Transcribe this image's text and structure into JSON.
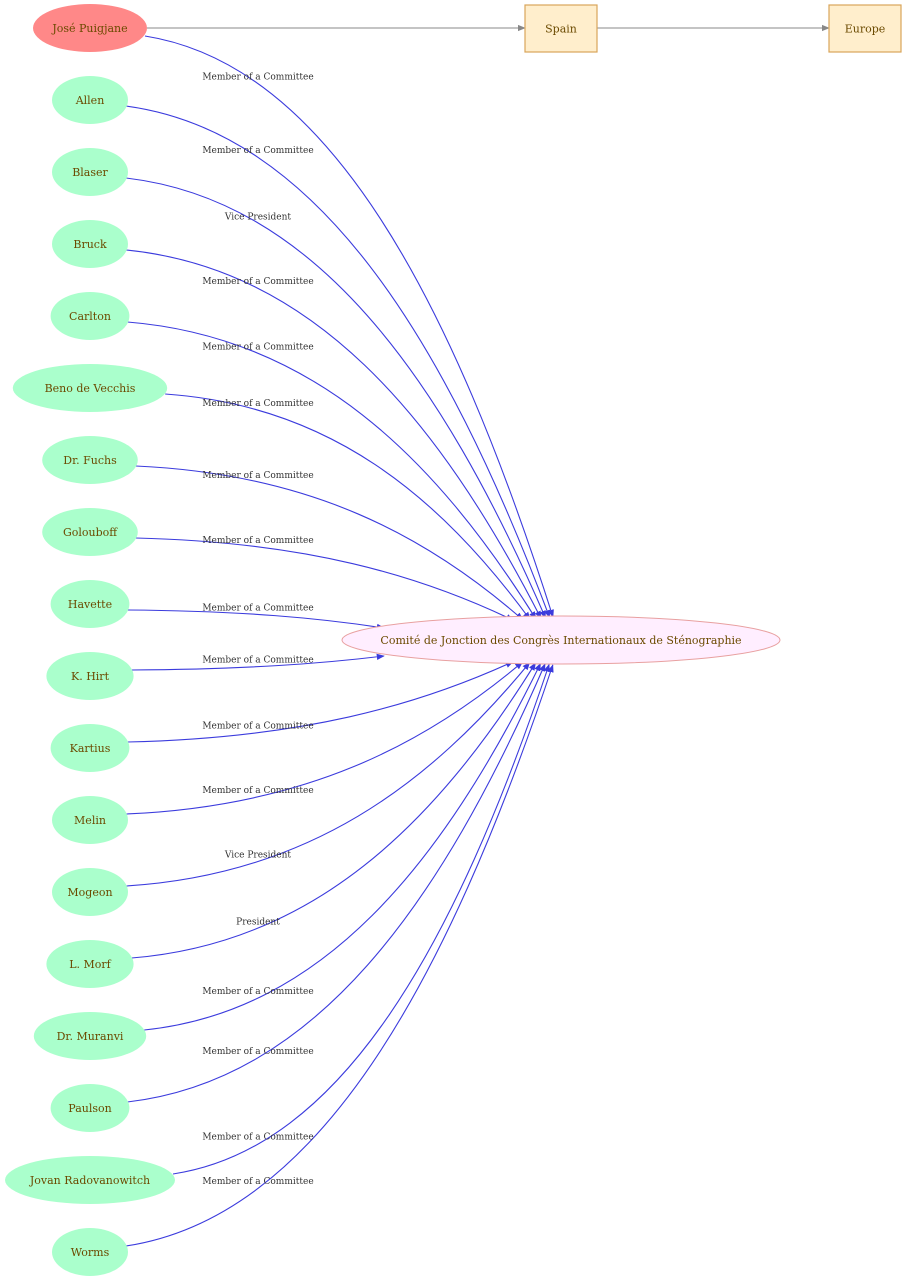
{
  "colors": {
    "person_fill": "#aaffcc",
    "highlight_fill": "#ff8888",
    "org_fill": "#ffeeff",
    "org_stroke": "#e8a0a0",
    "place_fill": "#ffeecc",
    "place_stroke": "#d9a55a",
    "edge_blue": "#3b3bdd",
    "edge_gray": "#888888",
    "label_text": "#6b4a00"
  },
  "highlight_person": {
    "name": "José Puigjane",
    "relation": "Member of a Committee"
  },
  "places": [
    {
      "name": "Spain"
    },
    {
      "name": "Europe"
    }
  ],
  "organization": {
    "name": "Comité de Jonction des Congrès Internationaux de Sténographie"
  },
  "persons": [
    {
      "name": "Allen",
      "relation": "Member of a Committee"
    },
    {
      "name": "Blaser",
      "relation": "Vice President"
    },
    {
      "name": "Bruck",
      "relation": "Member of a Committee"
    },
    {
      "name": "Carlton",
      "relation": "Member of a Committee"
    },
    {
      "name": "Beno  de Vecchis",
      "relation": "Member of a Committee"
    },
    {
      "name": "Dr. Fuchs",
      "relation": "Member of a Committee"
    },
    {
      "name": "Golouboff",
      "relation": "Member of a Committee"
    },
    {
      "name": "Havette",
      "relation": "Member of a Committee"
    },
    {
      "name": "K.  Hirt",
      "relation": "Member of a Committee"
    },
    {
      "name": "Kartius",
      "relation": "Member of a Committee"
    },
    {
      "name": "Melin",
      "relation": "Member of a Committee"
    },
    {
      "name": "Mogeon",
      "relation": "Vice President"
    },
    {
      "name": "L.  Morf",
      "relation": "President"
    },
    {
      "name": "Dr. Muranvi",
      "relation": "Member of a Committee"
    },
    {
      "name": "Paulson",
      "relation": "Member of a Committee"
    },
    {
      "name": "Jovan Radovanowitch",
      "relation": "Member of a Committee"
    },
    {
      "name": "Worms",
      "relation": "Member of a Committee"
    }
  ]
}
